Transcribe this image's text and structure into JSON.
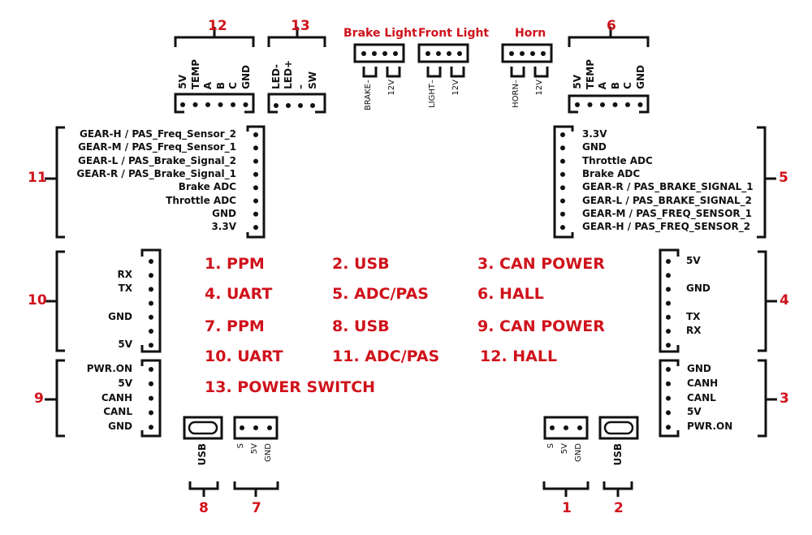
{
  "title": "Controller connector pinout",
  "colors": {
    "accent_red": "#d0121b",
    "line": "#111111"
  },
  "legend": [
    "1. PPM",
    "2. USB",
    "3. CAN POWER",
    "4. UART",
    "5. ADC/PAS",
    "6. HALL",
    "7. PPM",
    "8. USB",
    "9. CAN POWER",
    "10. UART",
    "11. ADC/PAS",
    "12. HALL",
    "13. POWER SWITCH"
  ],
  "connectors": {
    "c12": {
      "number": "12",
      "pins": [
        "5V",
        "TEMP",
        "A",
        "B",
        "C",
        "GND"
      ]
    },
    "c13": {
      "number": "13",
      "pins": [
        "LED-",
        "LED+",
        "–",
        "SW"
      ]
    },
    "brake": {
      "title": "Brake Light",
      "pins": [
        "BRAKE–",
        "12V"
      ]
    },
    "front": {
      "title": "Front Light",
      "pins": [
        "LIGHT–",
        "12V"
      ]
    },
    "horn": {
      "title": "Horn",
      "pins": [
        "HORN–",
        "12V"
      ]
    },
    "c6": {
      "number": "6",
      "pins": [
        "5V",
        "TEMP",
        "A",
        "B",
        "C",
        "GND"
      ]
    },
    "c11": {
      "number": "11",
      "pins": [
        "GEAR-H / PAS_Freq_Sensor_2",
        "GEAR-M / PAS_Freq_Sensor_1",
        "GEAR-L / PAS_Brake_Signal_2",
        "GEAR-R / PAS_Brake_Signal_1",
        "Brake ADC",
        "Throttle ADC",
        "GND",
        "3.3V"
      ]
    },
    "c5": {
      "number": "5",
      "pins": [
        "3.3V",
        "GND",
        "Throttle ADC",
        "Brake ADC",
        "GEAR-R / PAS_BRAKE_SIGNAL_1",
        "GEAR-L / PAS_BRAKE_SIGNAL_2",
        "GEAR-M / PAS_FREQ_SENSOR_1",
        "GEAR-H / PAS_FREQ_SENSOR_2"
      ]
    },
    "c10": {
      "number": "10",
      "pins": [
        "",
        "RX",
        "TX",
        "",
        "GND",
        "",
        "5V"
      ]
    },
    "c9": {
      "number": "9",
      "pins": [
        "PWR.ON",
        "5V",
        "CANH",
        "CANL",
        "GND"
      ]
    },
    "c4": {
      "number": "4",
      "pins": [
        "5V",
        "",
        "GND",
        "",
        "TX",
        "RX",
        ""
      ]
    },
    "c3": {
      "number": "3",
      "pins": [
        "GND",
        "CANH",
        "CANL",
        "5V",
        "PWR.ON"
      ]
    },
    "c8": {
      "number": "8",
      "label": "USB"
    },
    "c7": {
      "number": "7",
      "pins": [
        "S",
        "5V",
        "GND"
      ]
    },
    "c1": {
      "number": "1",
      "pins": [
        "S",
        "5V",
        "GND"
      ]
    },
    "c2": {
      "number": "2",
      "label": "USB"
    }
  }
}
